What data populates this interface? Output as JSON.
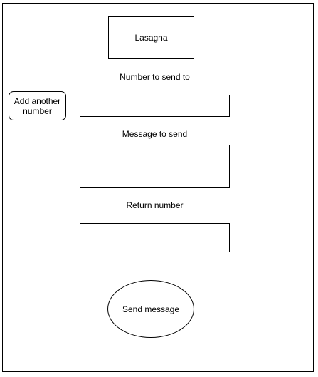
{
  "app": {
    "title": "Lasagna"
  },
  "form": {
    "number_label": "Number to send to",
    "number_value": "",
    "add_number_label": "Add another number",
    "message_label": "Message to send",
    "message_value": "",
    "return_label": "Return number",
    "return_value": "",
    "send_label": "Send message"
  }
}
